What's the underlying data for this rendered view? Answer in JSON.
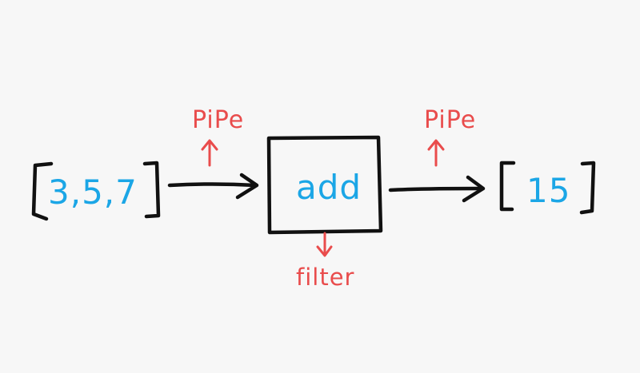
{
  "diagram": {
    "input_list": "3,5,7",
    "operation": "add",
    "output_list": "15",
    "left_edge_label": "PiPe",
    "right_edge_label": "PiPe",
    "operation_annotation": "filter"
  },
  "colors": {
    "ink": "#111111",
    "value_text": "#1ba6e6",
    "annotation": "#e94c4c",
    "background": "#f7f7f7"
  }
}
